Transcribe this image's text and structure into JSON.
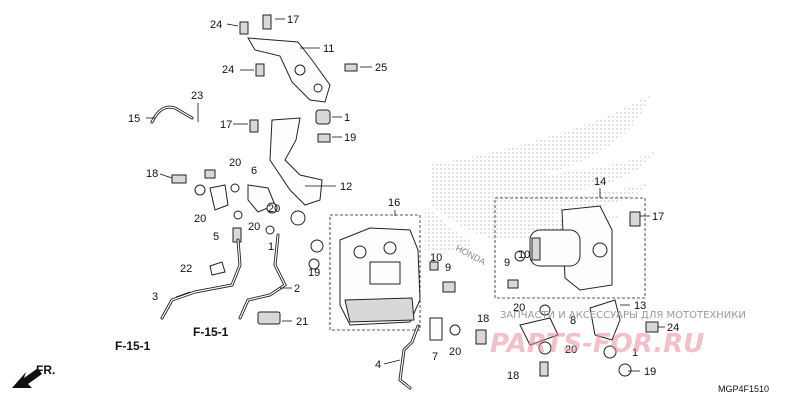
{
  "diagram": {
    "code": "MGP4F1510",
    "fr_label": "FR.",
    "ref_labels": [
      "F-15-1",
      "F-15-1"
    ],
    "watermark_text": "ЗАПЧАСТИ И АКСЕССУАРЫ ДЛЯ МОТОТЕХНИКИ",
    "watermark_logo": "PARTS-FOR.RU",
    "background_logo": "HONDA",
    "callouts": [
      "24",
      "17",
      "11",
      "24",
      "25",
      "15",
      "23",
      "17",
      "1",
      "19",
      "18",
      "20",
      "6",
      "12",
      "16",
      "14",
      "17",
      "20",
      "5",
      "20",
      "20",
      "1",
      "10",
      "9",
      "19",
      "9",
      "10",
      "22",
      "3",
      "2",
      "20",
      "13",
      "8",
      "24",
      "21",
      "18",
      "7",
      "20",
      "20",
      "1",
      "4",
      "18",
      "19"
    ]
  }
}
